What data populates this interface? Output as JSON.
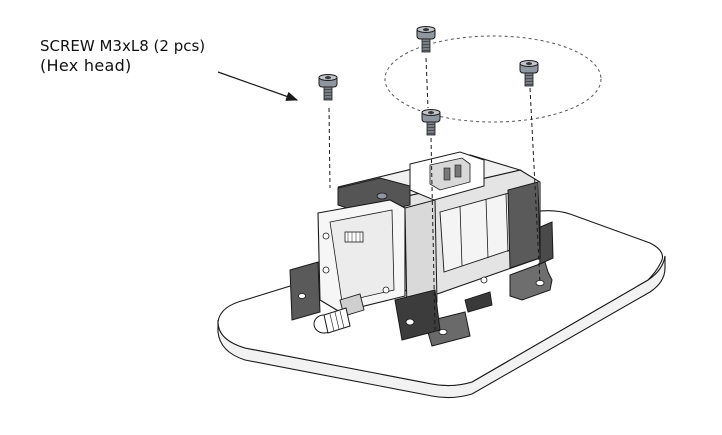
{
  "callout": {
    "line1": "SCREW M3xL8 (2 pcs)",
    "line2": "(Hex head)"
  },
  "colors": {
    "line": "#1a1a1a",
    "screw": "#7a7f86",
    "plate": "#ffffff",
    "housing": "#e9e9e9",
    "dark_part": "#3a3a3a"
  },
  "icons": [
    "leader-arrow",
    "screw",
    "dashed-ellipse"
  ]
}
